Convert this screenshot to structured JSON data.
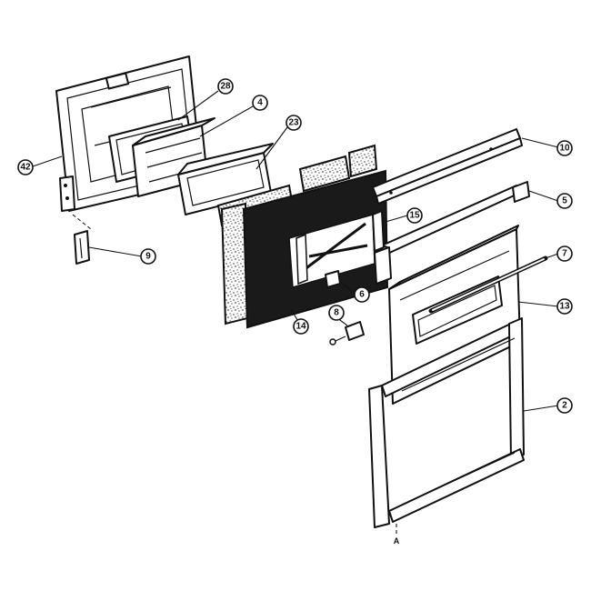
{
  "callouts": [
    {
      "id": "c42",
      "label": "42"
    },
    {
      "id": "c28",
      "label": "28"
    },
    {
      "id": "c4",
      "label": "4"
    },
    {
      "id": "c23",
      "label": "23"
    },
    {
      "id": "c9",
      "label": "9"
    },
    {
      "id": "c10",
      "label": "10"
    },
    {
      "id": "c5",
      "label": "5"
    },
    {
      "id": "c15",
      "label": "15"
    },
    {
      "id": "c7",
      "label": "7"
    },
    {
      "id": "c13",
      "label": "13"
    },
    {
      "id": "c6",
      "label": "6"
    },
    {
      "id": "c8",
      "label": "8"
    },
    {
      "id": "c14",
      "label": "14"
    },
    {
      "id": "c2",
      "label": "2"
    }
  ],
  "bottom_marker": "A"
}
